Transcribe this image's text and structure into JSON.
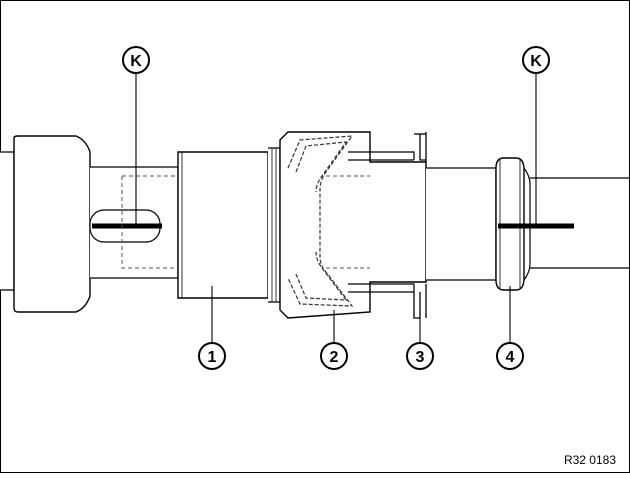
{
  "callouts": {
    "k_left": "K",
    "k_right": "K",
    "p1": "1",
    "p2": "2",
    "p3": "3",
    "p4": "4"
  },
  "footer": {
    "doc_code": "R32 0183"
  }
}
